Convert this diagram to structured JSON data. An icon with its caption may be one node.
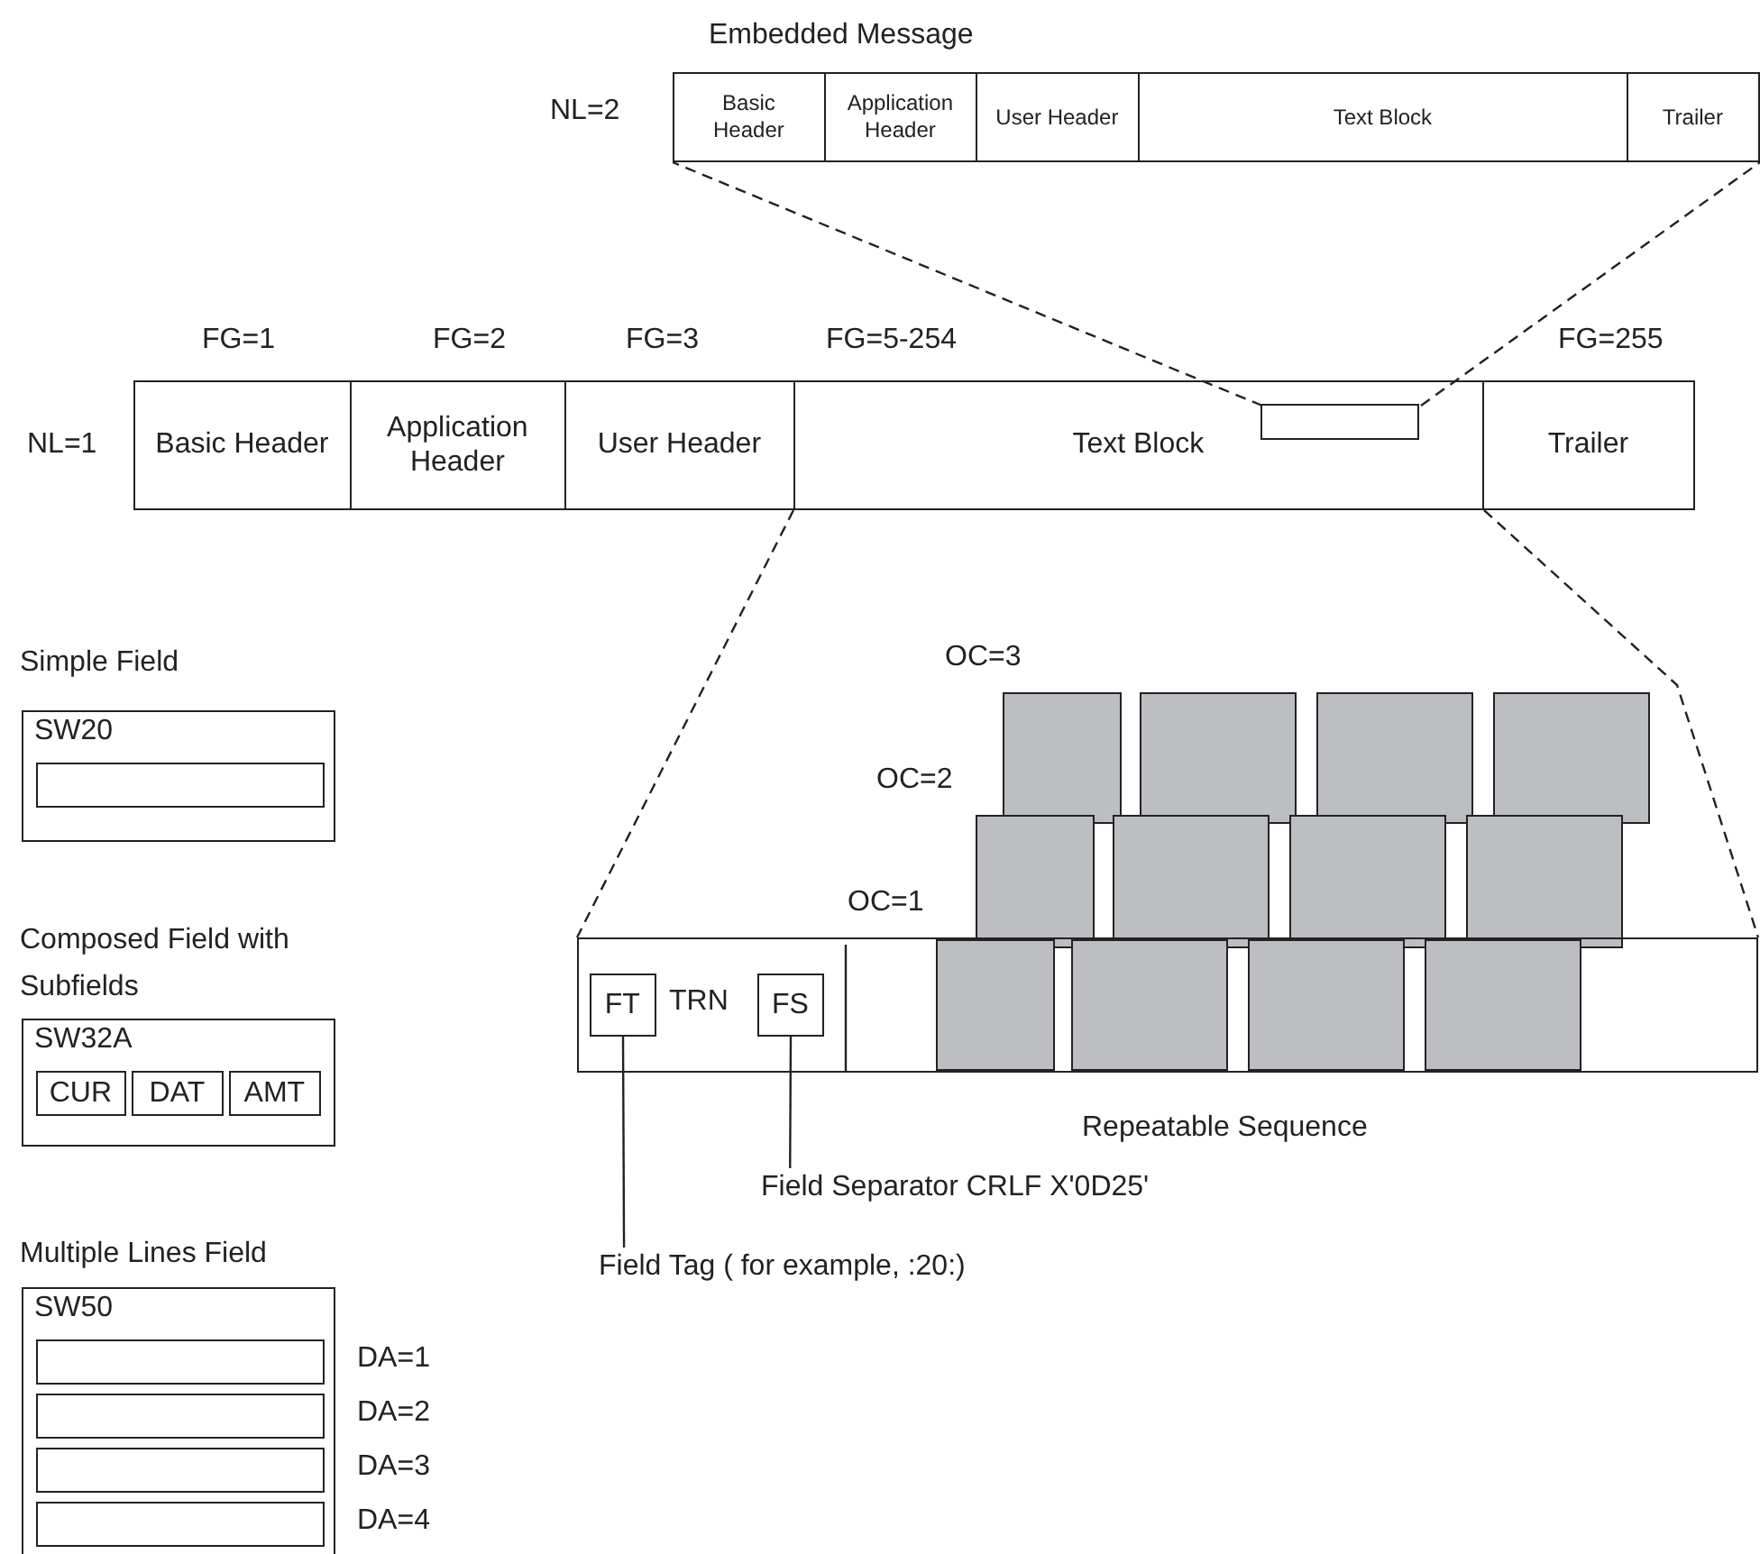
{
  "diagram": {
    "nodes": [
      {
        "text": [
          "Embedded Message"
        ],
        "beside": [
          "NL=2"
        ]
      },
      {
        "text": [
          "Basic Header"
        ],
        "in": 0
      },
      {
        "text": [
          "Application Header"
        ],
        "in": 0
      },
      {
        "text": [
          "User Header"
        ],
        "in": 0
      },
      {
        "text": [
          "Text Block"
        ],
        "in": 0
      },
      {
        "text": [
          "Trailer"
        ],
        "in": 0
      },
      {
        "text": [],
        "shape": "box",
        "beside": [
          "NL=1"
        ]
      },
      {
        "text": [
          "Basic Header"
        ],
        "in": 6,
        "beside": [
          "FG=1"
        ]
      },
      {
        "text": [
          "Application Header"
        ],
        "in": 6,
        "beside": [
          "FG=2"
        ]
      },
      {
        "text": [
          "User Header"
        ],
        "in": 6,
        "beside": [
          "FG=3"
        ]
      },
      {
        "text": [
          "Text Block"
        ],
        "in": 6,
        "beside": [
          "FG=5-254"
        ]
      },
      {
        "text": [
          "Trailer"
        ],
        "in": 6,
        "beside": [
          "FG=255"
        ]
      },
      {
        "text": [],
        "shape": "box",
        "in": 10
      },
      {
        "text": [
          "TRN"
        ]
      },
      {
        "text": [
          "FT"
        ],
        "in": 13
      },
      {
        "text": [
          "FS"
        ],
        "in": 13
      },
      {
        "text": [],
        "shape": "box",
        "in": 13
      },
      {
        "text": [],
        "shape": "box",
        "in": 13
      },
      {
        "text": [],
        "shape": "box",
        "in": 13
      },
      {
        "text": [],
        "shape": "box",
        "in": 13
      },
      {
        "text": [],
        "shape": "box"
      },
      {
        "text": [],
        "shape": "box"
      },
      {
        "text": [],
        "shape": "box"
      },
      {
        "text": [],
        "shape": "box"
      },
      {
        "text": [],
        "shape": "box"
      },
      {
        "text": [],
        "shape": "box"
      },
      {
        "text": [],
        "shape": "box"
      },
      {
        "text": [],
        "shape": "box"
      },
      {
        "text": [
          "Field Separator CRLF X'0D25'"
        ]
      },
      {
        "text": [
          "Field Tag ( for example, :20:)"
        ]
      },
      {
        "text": [
          "Simple Field",
          "SW20"
        ]
      },
      {
        "text": [],
        "shape": "box",
        "in": 30
      },
      {
        "text": [
          "Composed Field with Subfields",
          "SW32A"
        ]
      },
      {
        "text": [
          "CUR"
        ],
        "in": 32
      },
      {
        "text": [
          "DAT"
        ],
        "in": 32
      },
      {
        "text": [
          "AMT"
        ],
        "in": 32
      },
      {
        "text": [
          "Multiple Lines Field",
          "SW50"
        ]
      },
      {
        "text": [],
        "shape": "box",
        "in": 36,
        "beside": [
          "DA=1"
        ]
      },
      {
        "text": [],
        "shape": "box",
        "in": 36,
        "beside": [
          "DA=2"
        ]
      },
      {
        "text": [],
        "shape": "box",
        "in": 36,
        "beside": [
          "DA=3"
        ]
      },
      {
        "text": [],
        "shape": "box",
        "in": 36,
        "beside": [
          "DA=4"
        ]
      }
    ],
    "edges": [
      {
        "from": 12,
        "to": 0,
        "arrow": "none",
        "style": "dashed"
      },
      {
        "from": 12,
        "to": 0,
        "arrow": "none",
        "style": "dashed"
      },
      {
        "from": 10,
        "to": 13,
        "arrow": "none",
        "style": "dashed"
      },
      {
        "from": 10,
        "to": 13,
        "arrow": "none",
        "style": "dashed"
      },
      {
        "from": 14,
        "to": 29,
        "arrow": "none"
      },
      {
        "from": 15,
        "to": 28,
        "arrow": "none"
      }
    ],
    "labels": [
      "OC=3",
      "OC=2",
      "OC=1",
      "Repeatable Sequence"
    ]
  }
}
